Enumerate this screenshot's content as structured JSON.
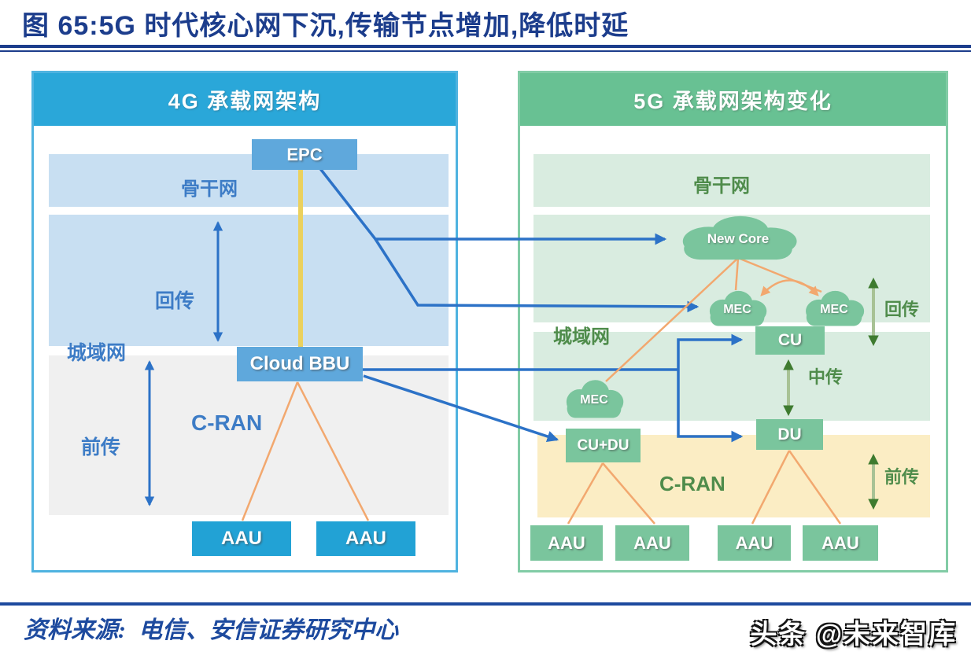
{
  "figure": {
    "title": "图 65:5G 时代核心网下沉,传输节点增加,降低时延",
    "source_label": "资料来源:",
    "source_text": "电信、安信证券研究中心",
    "watermark": "头条 @未来智库"
  },
  "left_panel": {
    "header": "4G 承载网架构",
    "labels": {
      "backbone": "骨干网",
      "backhaul": "回传",
      "metro": "城域网",
      "fronthaul": "前传",
      "cran": "C-RAN"
    },
    "nodes": {
      "epc": "EPC",
      "cloud_bbu": "Cloud BBU",
      "aau_1": "AAU",
      "aau_2": "AAU"
    }
  },
  "right_panel": {
    "header": "5G 承载网架构变化",
    "labels": {
      "backbone": "骨干网",
      "metro": "城域网",
      "backhaul": "回传",
      "midhaul": "中传",
      "fronthaul": "前传",
      "cran": "C-RAN"
    },
    "nodes": {
      "new_core": "New Core",
      "mec_1": "MEC",
      "mec_2": "MEC",
      "mec_3": "MEC",
      "cu": "CU",
      "du": "DU",
      "cu_du": "CU+DU",
      "aau_1": "AAU",
      "aau_2": "AAU",
      "aau_3": "AAU",
      "aau_4": "AAU"
    }
  },
  "colors": {
    "titleBlue": "#1C3D8C",
    "ruleBlue": "#1D4A9E",
    "leftHeader": "#2AA7D9",
    "leftBorder": "#4FB3E0",
    "leftBand": "#C8DFF2",
    "grayBand": "#F0F0F0",
    "leftBox": "#5FA8DC",
    "leftAau": "#22A2D5",
    "leftLabel": "#3D7CC6",
    "rightHeader": "#68C193",
    "rightBorder": "#82CCA6",
    "rightBand": "#D9ECE0",
    "yellowBand": "#FBEDC4",
    "rightBox": "#7AC59D",
    "rightLabel": "#4F8C4B",
    "arrowBlue": "#2C72C7",
    "lineOrange": "#F2A86F",
    "lineYellow": "#EBD15E",
    "greenDark": "#3E7B2F",
    "greenLight": "#A8C295"
  }
}
